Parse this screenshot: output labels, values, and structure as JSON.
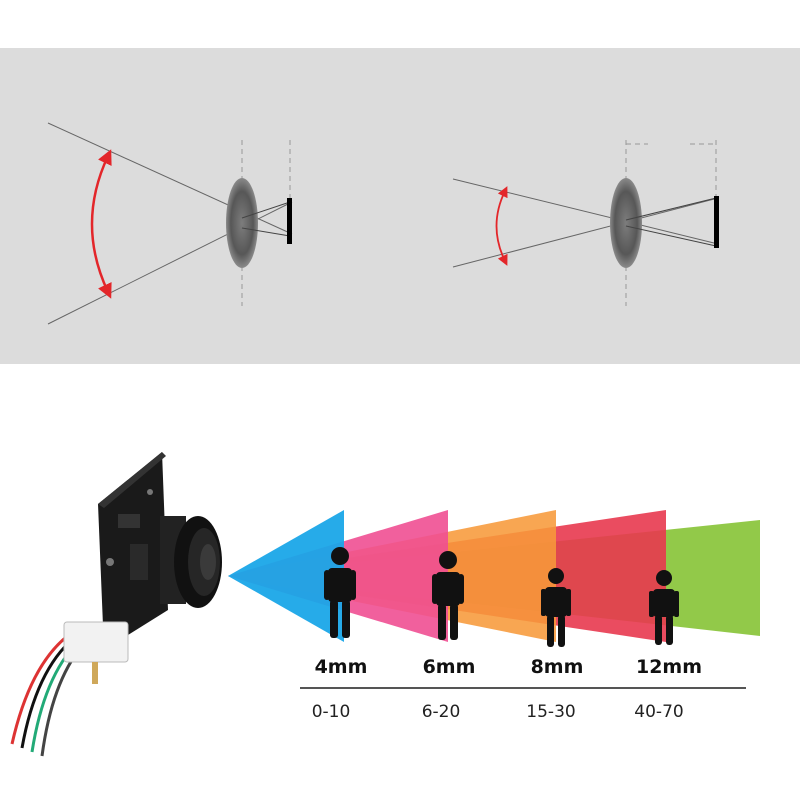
{
  "colors": {
    "panel_bg": "#dcdcdc",
    "fov_arc": "#e3262a",
    "lens": "#555555",
    "beam_blue": "#1aa7e8",
    "beam_pink": "#ef4f92",
    "beam_orange": "#f79a3a",
    "beam_red": "#e8384f",
    "beam_green": "#8cc63f"
  },
  "icons": [
    "lens-shape",
    "sensor-bar",
    "fov-arc-arrow",
    "person-silhouette",
    "camera-module"
  ],
  "focal_lengths": [
    {
      "focal": "4mm",
      "range": "0-10"
    },
    {
      "focal": "6mm",
      "range": "6-20"
    },
    {
      "focal": "8mm",
      "range": "15-30"
    },
    {
      "focal": "12mm",
      "range": "40-70"
    }
  ]
}
